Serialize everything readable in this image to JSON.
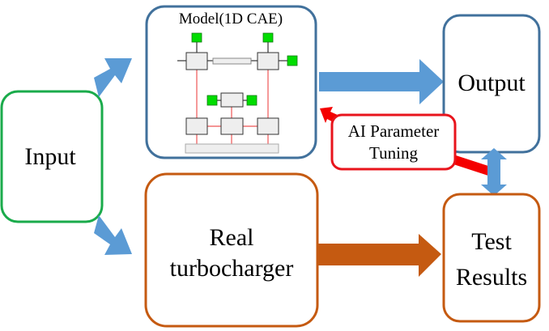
{
  "diagram": {
    "input": {
      "label": "Input"
    },
    "model": {
      "title": "Model(1D CAE)"
    },
    "output": {
      "label": "Output"
    },
    "real": {
      "line1": "Real",
      "line2": "turbocharger"
    },
    "test": {
      "line1": "Test",
      "line2": "Results"
    },
    "ai": {
      "line1": "AI Parameter",
      "line2": "Tuning"
    }
  },
  "colors": {
    "input_border": "#1aab4b",
    "model_border": "#41719c",
    "output_border": "#41719c",
    "real_border": "#c55a11",
    "test_border": "#c55a11",
    "ai_border": "#e8141c",
    "blue_arrow": "#5b9bd5",
    "orange_arrow": "#c55a11",
    "red_arrow": "#f40000",
    "green_port": "#00dd00",
    "inner_box": "#eeeeee"
  }
}
